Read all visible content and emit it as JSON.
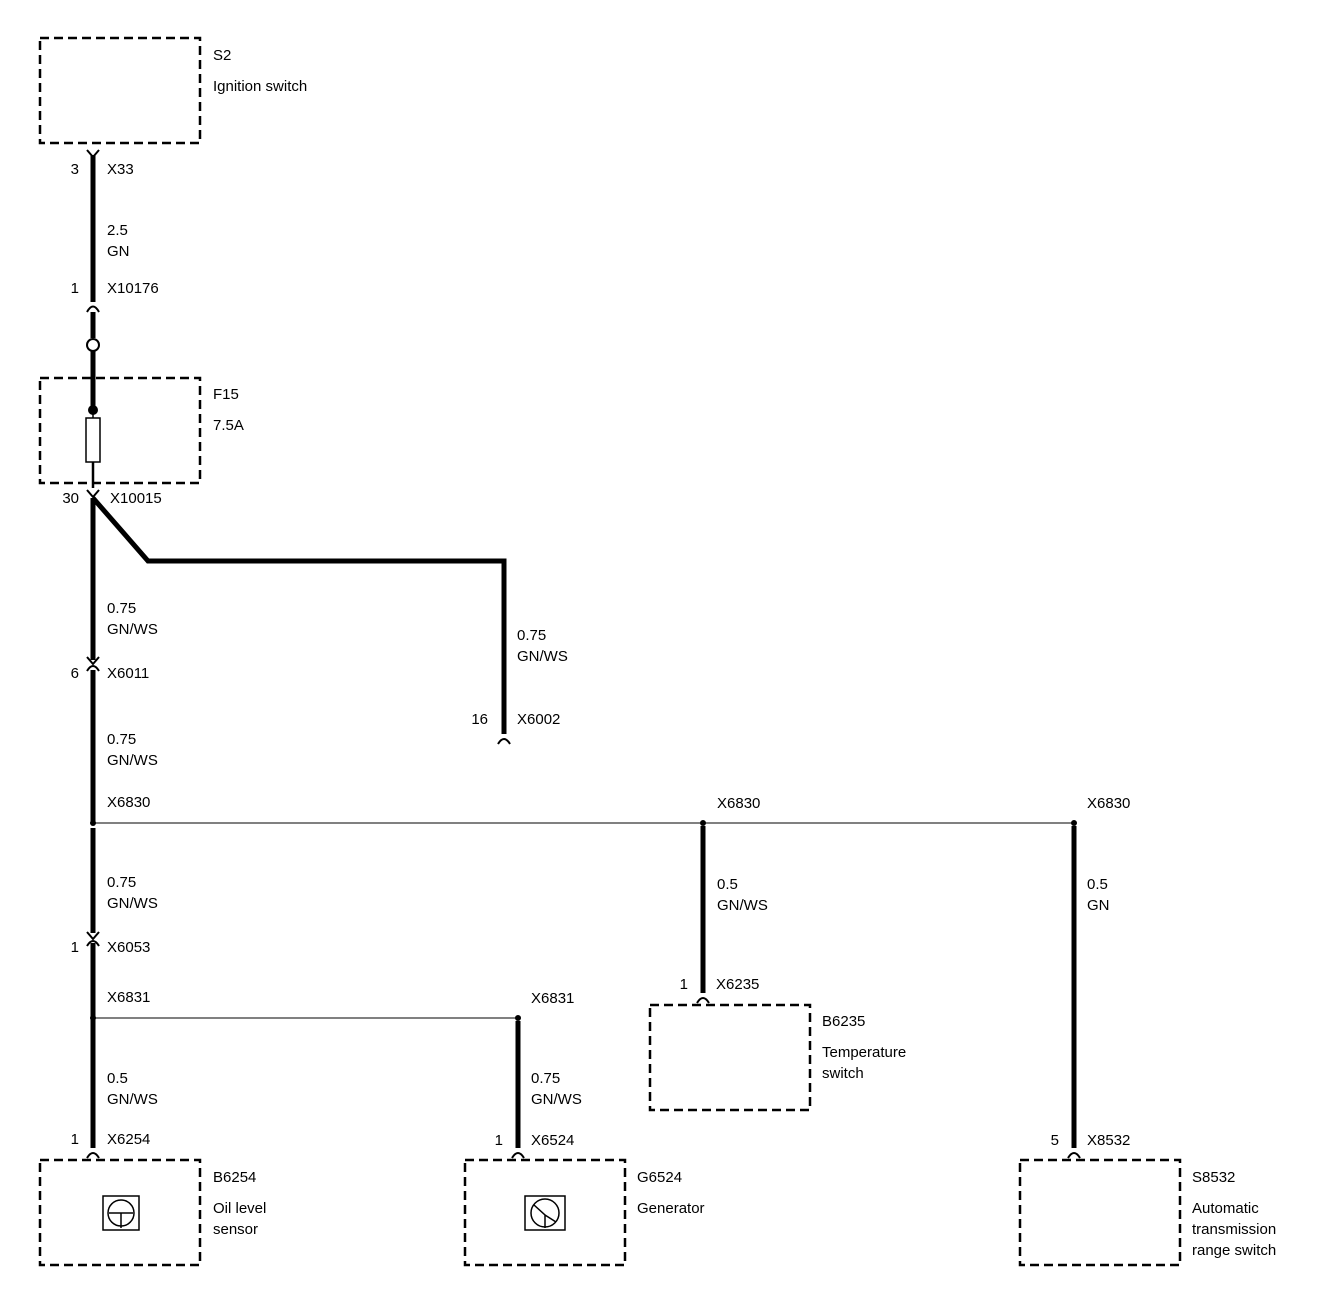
{
  "components": {
    "s2": {
      "id": "S2",
      "name": "Ignition switch"
    },
    "f15": {
      "id": "F15",
      "rating": "7.5A"
    },
    "b6235": {
      "id": "B6235",
      "name_line1": "Temperature",
      "name_line2": "switch"
    },
    "b6254": {
      "id": "B6254",
      "name_line1": "Oil level",
      "name_line2": "sensor"
    },
    "g6524": {
      "id": "G6524",
      "name": "Generator"
    },
    "s8532": {
      "id": "S8532",
      "name_line1": "Automatic",
      "name_line2": "transmission",
      "name_line3": "range switch"
    }
  },
  "connectors": {
    "x33": {
      "pin": "3",
      "name": "X33"
    },
    "x10176": {
      "pin": "1",
      "name": "X10176"
    },
    "x10015": {
      "pin": "30",
      "name": "X10015"
    },
    "x6011": {
      "pin": "6",
      "name": "X6011"
    },
    "x6002": {
      "pin": "16",
      "name": "X6002"
    },
    "x6830_a": {
      "name": "X6830"
    },
    "x6830_b": {
      "name": "X6830"
    },
    "x6830_c": {
      "name": "X6830"
    },
    "x6053": {
      "pin": "1",
      "name": "X6053"
    },
    "x6831_a": {
      "name": "X6831"
    },
    "x6831_b": {
      "name": "X6831"
    },
    "x6235": {
      "pin": "1",
      "name": "X6235"
    },
    "x6254": {
      "pin": "1",
      "name": "X6254"
    },
    "x6524": {
      "pin": "1",
      "name": "X6524"
    },
    "x8532": {
      "pin": "5",
      "name": "X8532"
    }
  },
  "wires": {
    "w1": {
      "size": "2.5",
      "color": "GN"
    },
    "w2": {
      "size": "0.75",
      "color": "GN/WS"
    },
    "w3": {
      "size": "0.75",
      "color": "GN/WS"
    },
    "w4": {
      "size": "0.75",
      "color": "GN/WS"
    },
    "w5": {
      "size": "0.75",
      "color": "GN/WS"
    },
    "w6": {
      "size": "0.5",
      "color": "GN/WS"
    },
    "w7": {
      "size": "0.5",
      "color": "GN"
    },
    "w8": {
      "size": "0.5",
      "color": "GN/WS"
    },
    "w9": {
      "size": "0.75",
      "color": "GN/WS"
    }
  }
}
